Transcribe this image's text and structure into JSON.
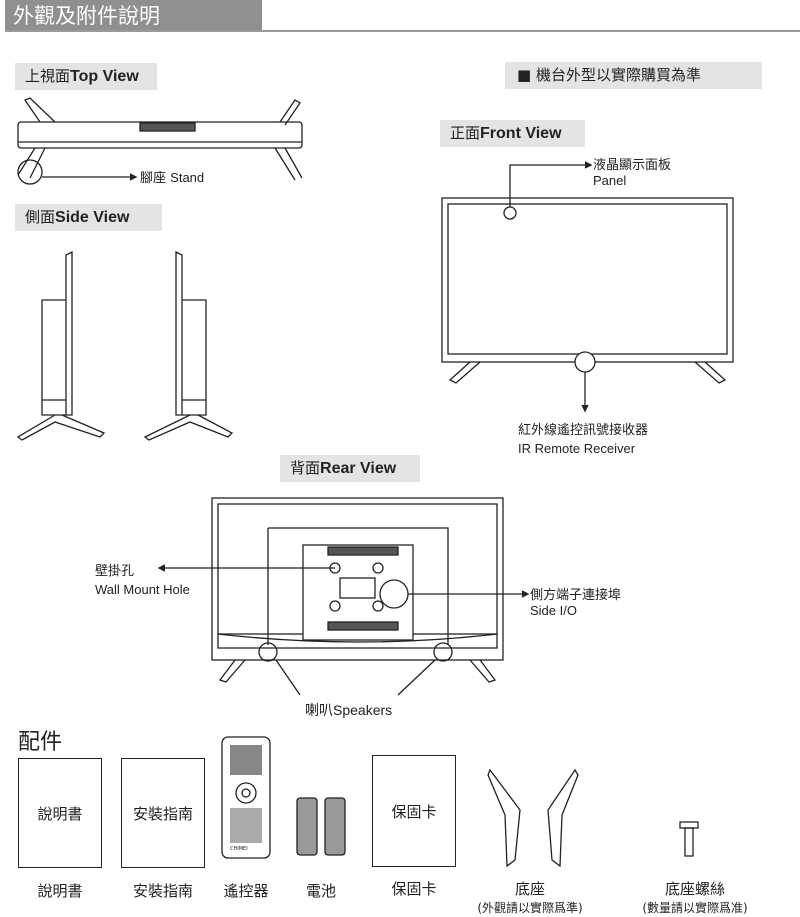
{
  "header": {
    "title": "外觀及附件說明"
  },
  "note": "■ 機台外型以實際購買為準",
  "top_view": {
    "label_zh": "上視面",
    "label_en": "Top View",
    "stand_zh": "腳座",
    "stand_en": "Stand"
  },
  "side_view": {
    "label_zh": "側面",
    "label_en": "Side View"
  },
  "front_view": {
    "label_zh": "正面",
    "label_en": "Front View",
    "panel_zh": "液晶顯示面板",
    "panel_en": "Panel",
    "ir_zh": "紅外線遙控訊號接收器",
    "ir_en": "IR Remote Receiver"
  },
  "rear_view": {
    "label_zh": "背面",
    "label_en": "Rear View",
    "wall_zh": "壁掛孔",
    "wall_en": "Wall Mount Hole",
    "io_zh": "側方端子連接埠",
    "io_en": "Side I/O",
    "speakers_zh": "喇叭",
    "speakers_en": "Speakers"
  },
  "accessories": {
    "title": "配件",
    "manual_box": "說明書",
    "guide_box": "安裝指南",
    "card_box": "保固卡",
    "items": [
      "說明書",
      "安裝指南",
      "遙控器",
      "電池",
      "保固卡",
      "底座",
      "底座螺絲"
    ],
    "stand_note": "(外觀請以實際爲準)",
    "screw_note": "(數量請以實際爲准)",
    "remote_brand": "CHIMEI"
  }
}
